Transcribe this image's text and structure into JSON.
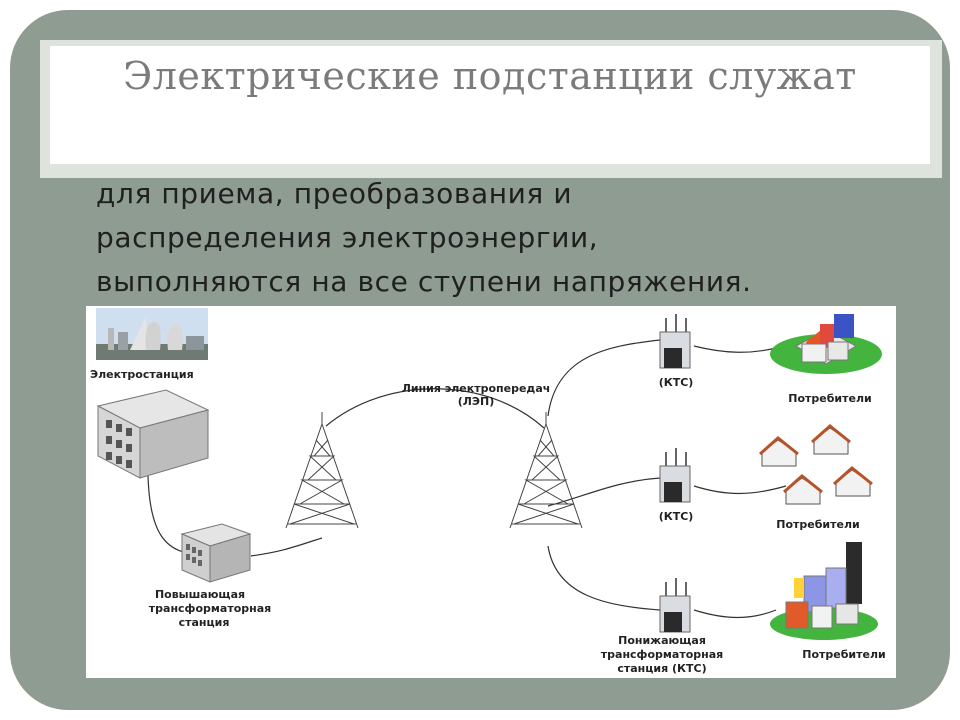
{
  "title": "Электрические подстанции служат",
  "subtitle_lines": [
    "для приема, преобразования и",
    "распределения электроэнергии,",
    "выполняются на все ступени напряжения."
  ],
  "diagram": {
    "power_station": "Электростанция",
    "power_line": [
      "Линия электропередач",
      "(ЛЭП)"
    ],
    "step_up": [
      "Повышающая",
      "трансформаторная",
      "станция"
    ],
    "kts_label": "(КТС)",
    "consumers_label": "Потребители",
    "step_down": [
      "Понижающая",
      "трансформаторная",
      "станция (КТС)"
    ]
  },
  "colors": {
    "slide_bg": "#8f9c91",
    "title_text": "#7b7b7b",
    "body_text": "#1f1f1f"
  }
}
